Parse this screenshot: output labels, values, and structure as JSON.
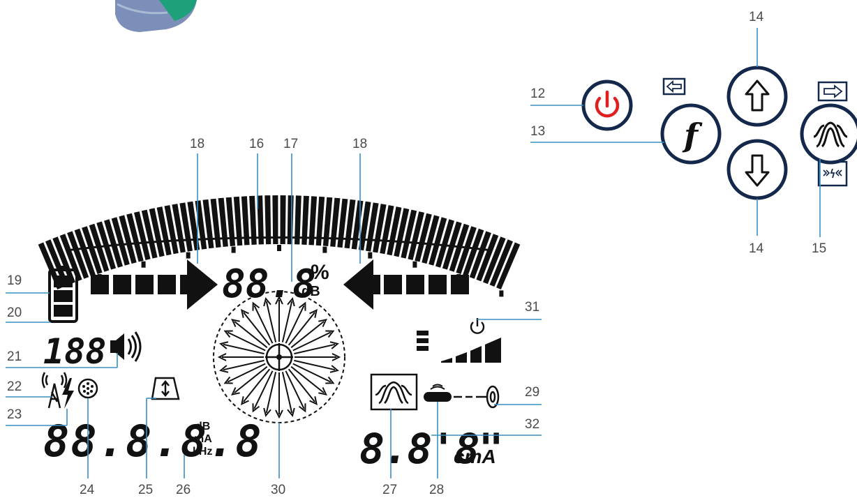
{
  "callouts": {
    "c12": "12",
    "c13": "13",
    "c14_top": "14",
    "c14_bottom": "14",
    "c15": "15",
    "c16": "16",
    "c17": "17",
    "c18_left": "18",
    "c18_right": "18",
    "c19": "19",
    "c20": "20",
    "c21": "21",
    "c22": "22",
    "c23": "23",
    "c24": "24",
    "c25": "25",
    "c26": "26",
    "c27": "27",
    "c28": "28",
    "c29": "29",
    "c30": "30",
    "c31": "31",
    "c32": "32"
  },
  "display": {
    "center_readout": "88.8",
    "percent_symbol": "%",
    "db_unit": "dB",
    "volume_readout": "188",
    "main_readout": "88.8.8.8",
    "unit_db": "dB",
    "unit_ma": "mA",
    "unit_khz": "kHz",
    "depth_readout": "8.8'8\"",
    "depth_unit": "cmA"
  },
  "keys": {
    "function_key": "f"
  },
  "icons": [
    "power-icon",
    "up-arrow-icon",
    "down-arrow-icon",
    "function-icon",
    "antenna-mode-icon",
    "battery-icon",
    "speaker-icon",
    "radio-icon",
    "power-mode-icon",
    "accessory-icon",
    "compass-icon",
    "sonde-icon",
    "line-icon",
    "signal-strength-icon"
  ],
  "colors": {
    "accent_blue": "#3a8fc4",
    "key_navy": "#14284b",
    "power_red": "#e02020",
    "lcd_black": "#111111"
  }
}
